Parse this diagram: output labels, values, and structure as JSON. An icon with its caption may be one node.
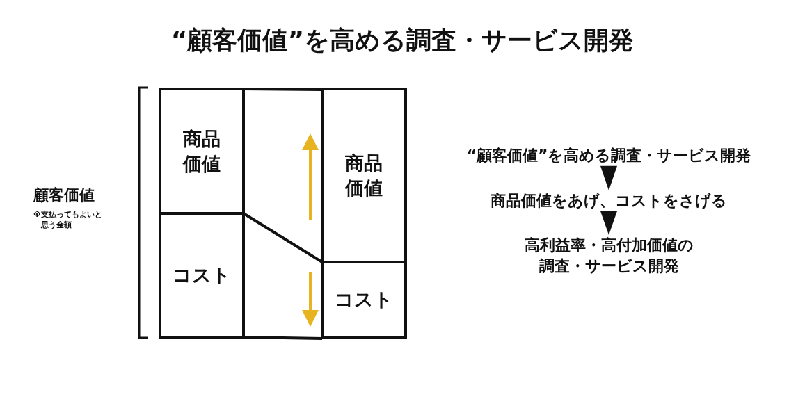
{
  "diagram": {
    "title": "“顧客価値”を高める調査・サービス開発",
    "nodes": [
      {
        "text": [
          "商品価値"
        ]
      },
      {
        "text": [
          "コスト"
        ]
      },
      {
        "text": [
          "商品価値"
        ]
      },
      {
        "text": [
          "コスト"
        ]
      },
      {
        "text": [
          "“顧客価値”を高める調査・サービス開発"
        ]
      },
      {
        "text": [
          "商品価値をあげ、コストをさげる"
        ]
      },
      {
        "text": [
          "高利益率・高付加価値の調査・サービス開発"
        ]
      }
    ],
    "edges": [
      {
        "from": 4,
        "to": 5,
        "arrow": "to"
      },
      {
        "from": 5,
        "to": 6,
        "arrow": "to"
      }
    ],
    "labels": [
      "顧客価値",
      "※支払ってもよいと思う金額"
    ]
  }
}
